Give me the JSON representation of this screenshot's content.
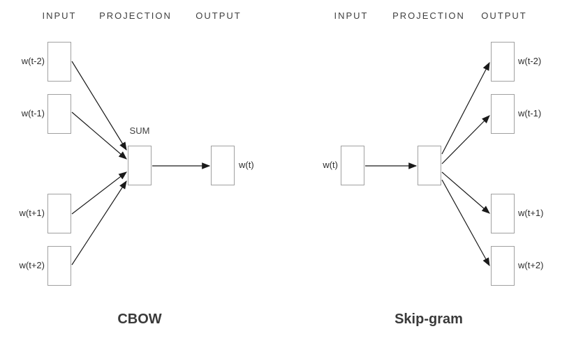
{
  "figure": {
    "description": "word2vec model architectures",
    "colors": {
      "background": "#ffffff",
      "box_border": "#a0a0a0",
      "arrow": "#1a1a1a",
      "text": "#2e2e2e",
      "header_text": "#3f3f3f"
    },
    "diagrams": [
      {
        "id": "cbow",
        "title": "CBOW",
        "headers": [
          "INPUT",
          "PROJECTION",
          "OUTPUT"
        ],
        "projection_label": "SUM",
        "inputs": [
          "w(t-2)",
          "w(t-1)",
          "w(t+1)",
          "w(t+2)"
        ],
        "outputs": [
          "w(t)"
        ]
      },
      {
        "id": "skipgram",
        "title": "Skip-gram",
        "headers": [
          "INPUT",
          "PROJECTION",
          "OUTPUT"
        ],
        "inputs": [
          "w(t)"
        ],
        "outputs": [
          "w(t-2)",
          "w(t-1)",
          "w(t+1)",
          "w(t+2)"
        ]
      }
    ]
  }
}
